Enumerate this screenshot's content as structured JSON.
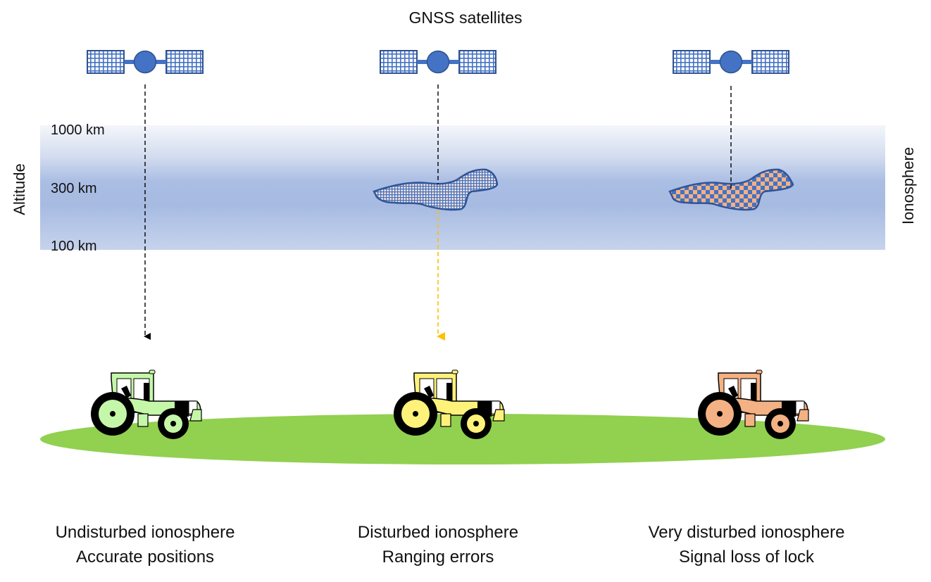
{
  "title": "GNSS satellites",
  "axis": {
    "altitude_label": "Altitude",
    "layer_label": "Ionosphere",
    "ticks": [
      "1000 km",
      "300 km",
      "100 km"
    ]
  },
  "colors": {
    "satellite": "#4472c4",
    "satellite_border": "#2f528f",
    "ground": "#92d050",
    "tractor_green": "#c5f7a9",
    "tractor_yellow": "#fff27a",
    "tractor_orange": "#f4b183",
    "bubble_light": "#fbe5d6",
    "bubble_orange": "#f4b183",
    "signal_normal": "#000000",
    "signal_disturbed": "#ffc000"
  },
  "scenarios": [
    {
      "id": "undisturbed",
      "line1": "Undisturbed ionosphere",
      "line2": "Accurate positions",
      "tractor_color": "#c5f7a9",
      "signal": "reaches-ground"
    },
    {
      "id": "disturbed",
      "line1": "Disturbed ionosphere",
      "line2": "Ranging errors",
      "tractor_color": "#fff27a",
      "signal": "degraded"
    },
    {
      "id": "very-disturbed",
      "line1": "Very disturbed ionosphere",
      "line2": "Signal loss of lock",
      "tractor_color": "#f4b183",
      "signal": "lost"
    }
  ]
}
